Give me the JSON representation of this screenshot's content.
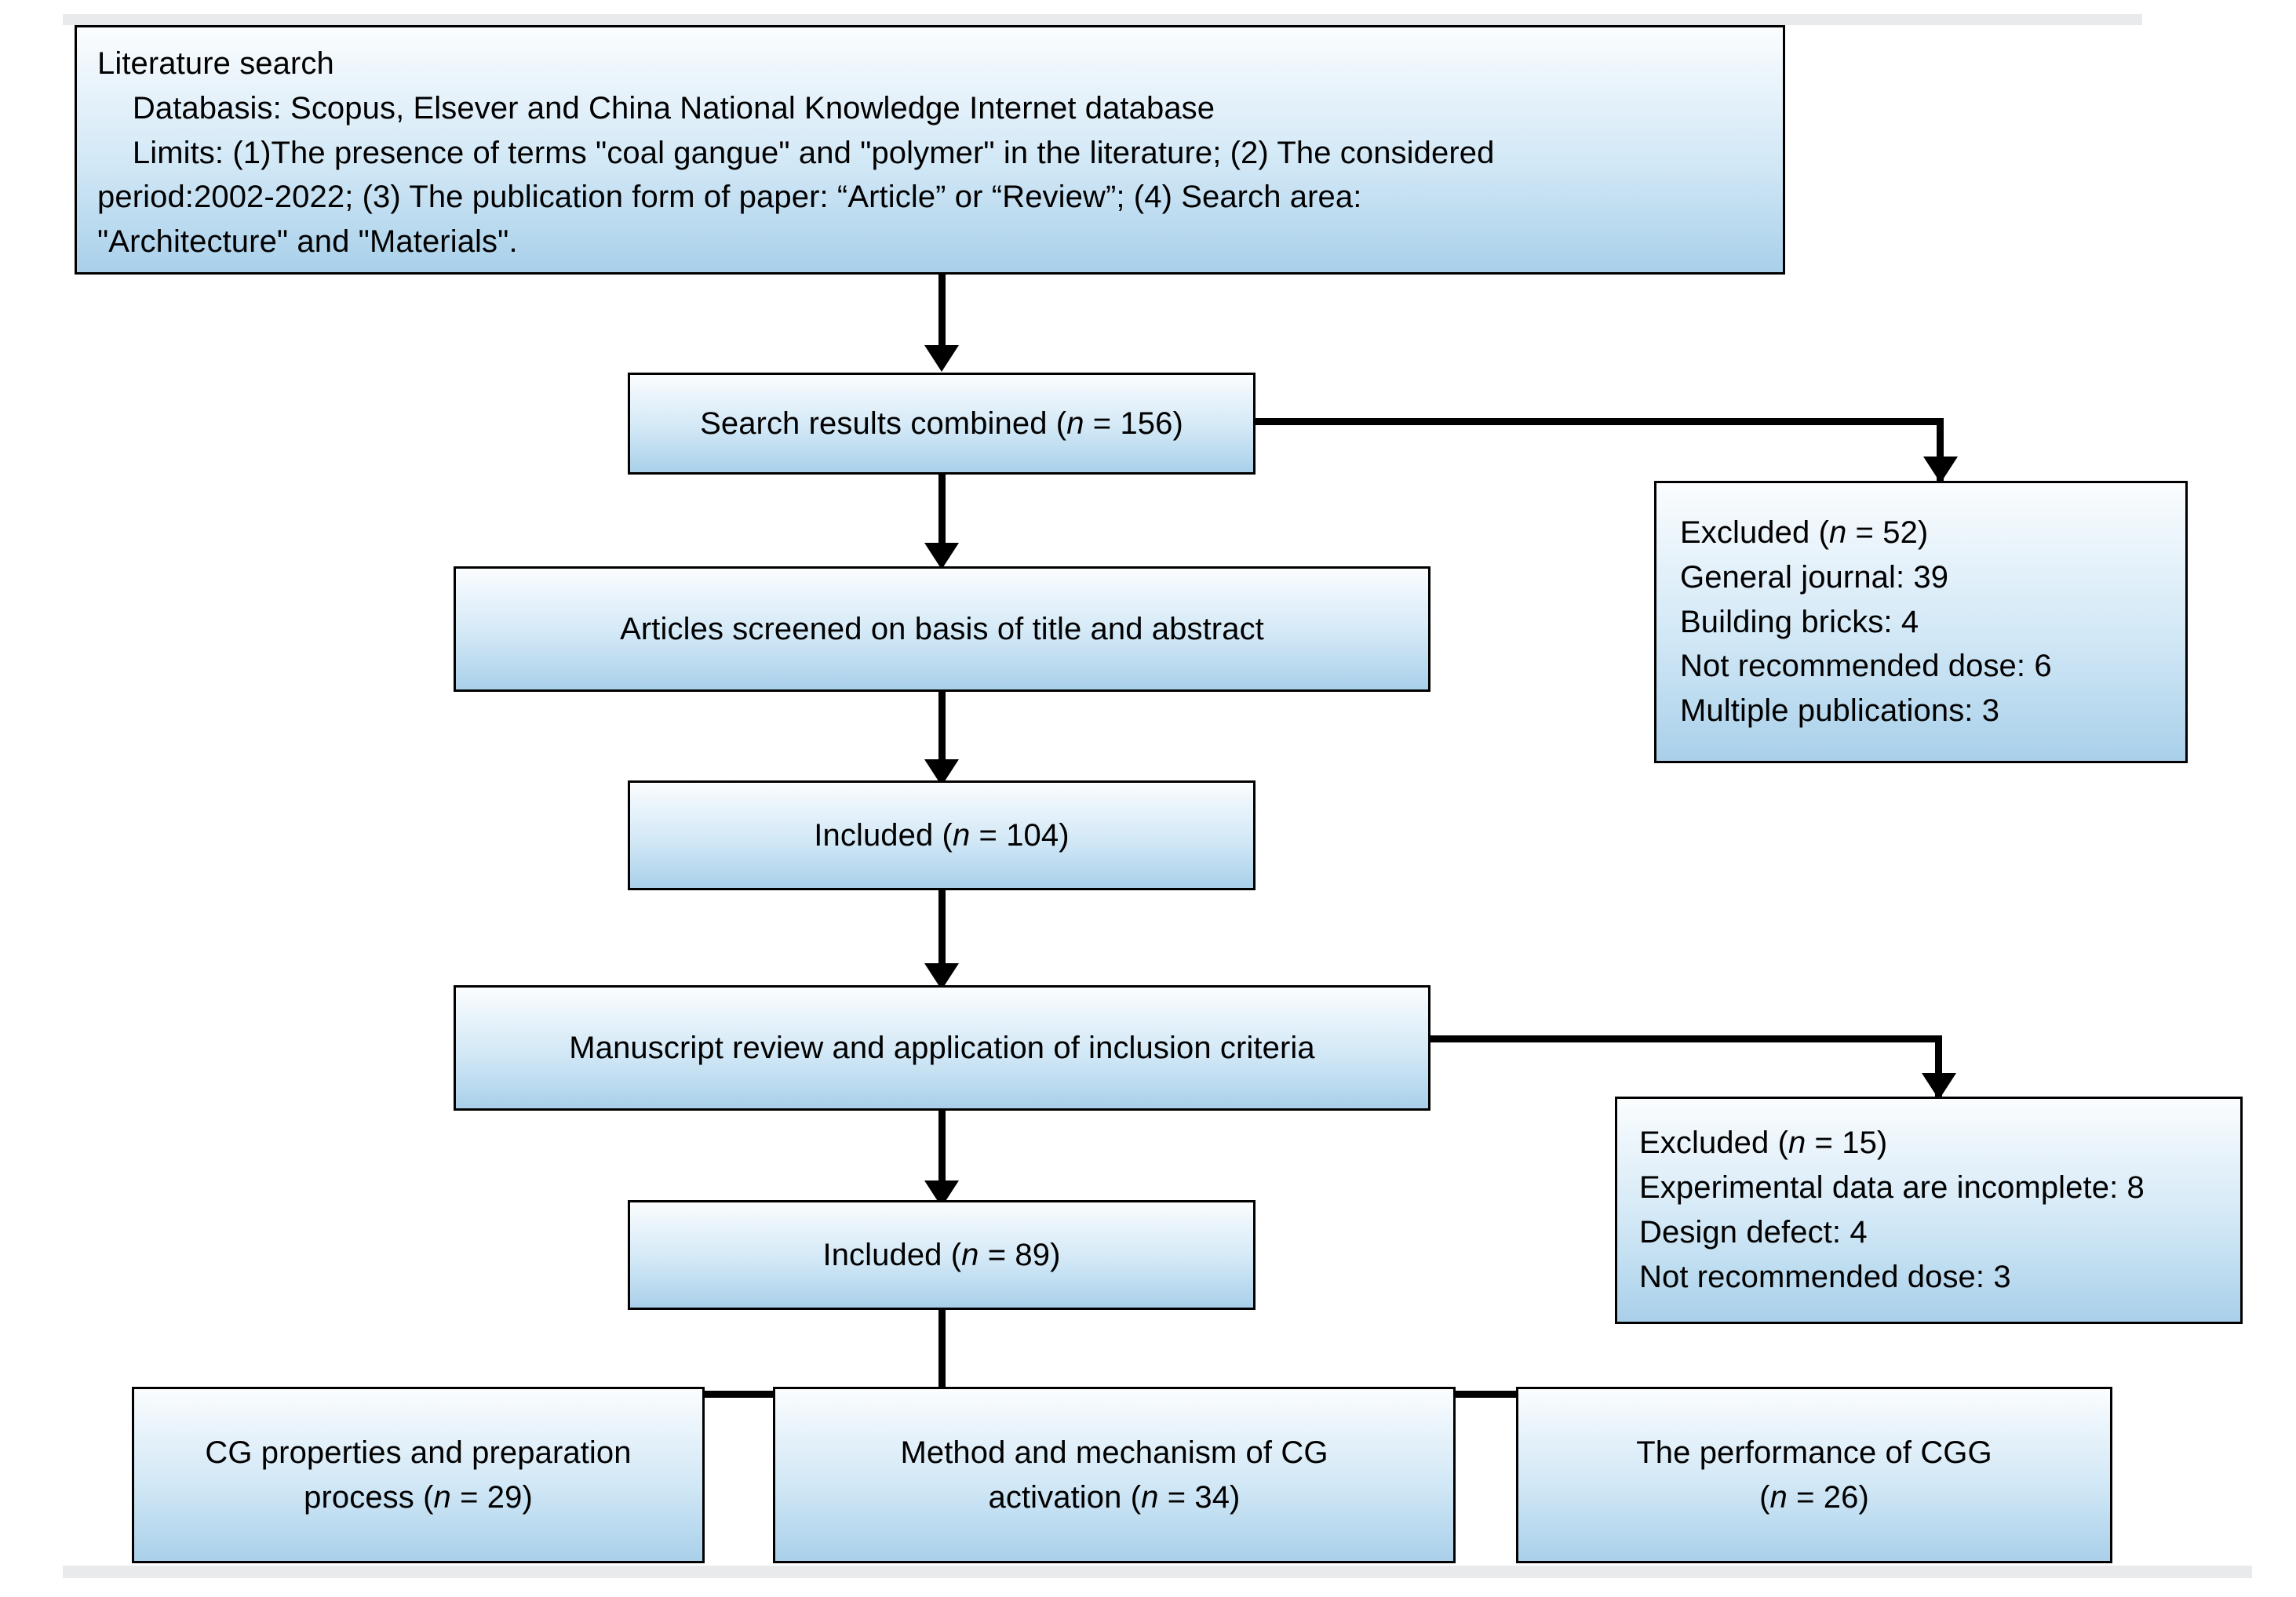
{
  "diagram": {
    "title": "PRISMA-style literature selection flowchart",
    "accent_border": "#000000",
    "box_fill_top": "#fbfdfe",
    "box_fill_bottom": "#a9d0ea",
    "band_color": "#e8eaec"
  },
  "nodes": {
    "literature_search": {
      "name": "literature-search-box",
      "lines": [
        "Literature search",
        "    Databasis: Scopus, Elsever and China National Knowledge Internet database",
        "    Limits: (1)The presence of terms \"coal gangue\" and \"polymer\" in the literature; (2) The considered",
        "period:2002-2022; (3) The publication form of paper: “Article” or “Review”; (4) Search area:",
        "\"Architecture\" and \"Materials\"."
      ]
    },
    "search_results": {
      "name": "search-results-combined-box",
      "text_prefix": "Search results combined (",
      "italic": "n",
      "text_suffix": " = 156)"
    },
    "articles_screened": {
      "name": "articles-screened-box",
      "text": "Articles screened on basis of title and abstract"
    },
    "included_104": {
      "name": "included-104-box",
      "text_prefix": "Included (",
      "italic": "n",
      "text_suffix": " = 104)"
    },
    "manuscript_review": {
      "name": "manuscript-review-box",
      "text": "Manuscript review and application of inclusion criteria"
    },
    "included_89": {
      "name": "included-89-box",
      "text_prefix": "Included (",
      "italic": "n",
      "text_suffix": " = 89)"
    },
    "excluded_52": {
      "name": "excluded-52-box",
      "heading_prefix": "Excluded (",
      "heading_italic": "n",
      "heading_suffix": " = 52)",
      "reasons": [
        "General journal: 39",
        "Building bricks: 4",
        "Not recommended dose: 6",
        "Multiple publications: 3"
      ]
    },
    "excluded_15": {
      "name": "excluded-15-box",
      "heading_prefix": "Excluded (",
      "heading_italic": "n",
      "heading_suffix": " = 15)",
      "reasons": [
        "Experimental data are incomplete: 8",
        "Design defect: 4",
        "Not recommended dose: 3"
      ]
    },
    "outcome_cg_properties": {
      "name": "outcome-cg-properties-box",
      "line1": "CG properties and preparation",
      "line2_prefix": "process (",
      "line2_italic": "n",
      "line2_suffix": " = 29)"
    },
    "outcome_cg_activation": {
      "name": "outcome-cg-activation-box",
      "line1": "Method and mechanism of CG",
      "line2_prefix": "activation (",
      "line2_italic": "n",
      "line2_suffix": " = 34)"
    },
    "outcome_cgg_performance": {
      "name": "outcome-cgg-performance-box",
      "line1": "The performance of CGG",
      "line2_prefix": "(",
      "line2_italic": "n",
      "line2_suffix": " = 26)"
    }
  },
  "flow": {
    "counts": {
      "search_results_combined": 156,
      "included_after_screening": 104,
      "included_after_review": 89,
      "excluded_first": 52,
      "excluded_second": 15,
      "cg_properties": 29,
      "cg_activation": 34,
      "cgg_performance": 26
    },
    "period": "2002-2022",
    "databases": [
      "Scopus",
      "Elsever",
      "China National Knowledge Internet database"
    ],
    "publication_forms": [
      "Article",
      "Review"
    ],
    "search_areas": [
      "Architecture",
      "Materials"
    ]
  }
}
